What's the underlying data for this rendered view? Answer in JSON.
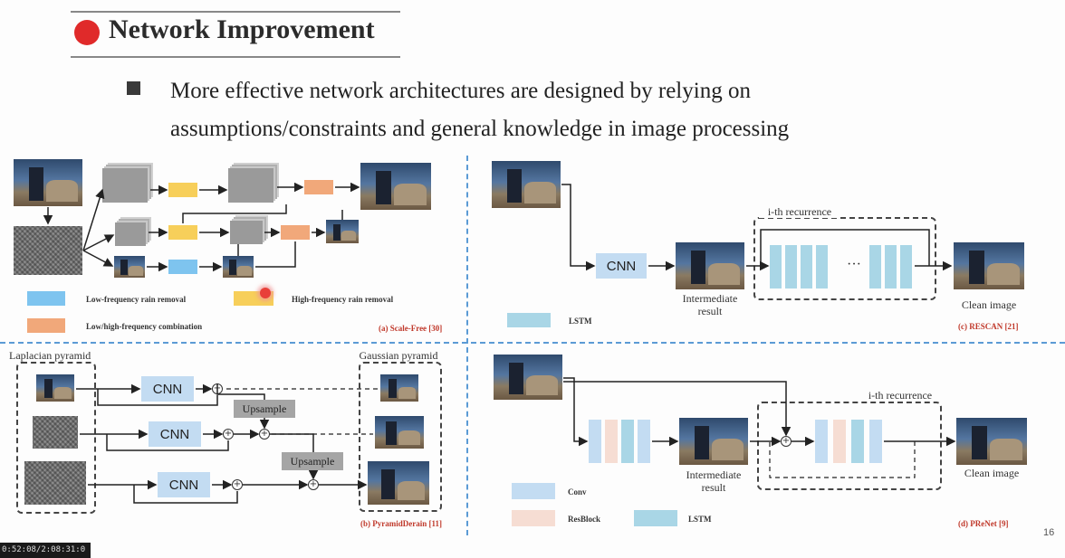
{
  "slide": {
    "title": "Network Improvement",
    "bullet": "More effective network architectures are designed by relying on assumptions/constraints and general knowledge in image processing",
    "page_number": "16",
    "bottom_bar_text": "0:52:08/2:08:31:0"
  },
  "panel_a": {
    "legend_low": "Low-frequency rain removal",
    "legend_high": "High-frequency rain removal",
    "legend_combo": "Low/high-frequency combination",
    "caption": "(a) Scale-Free [30]"
  },
  "panel_b": {
    "laplacian_label": "Laplacian pyramid",
    "gaussian_label": "Gaussian pyramid",
    "cnn_label": "CNN",
    "upsample_label": "Upsample",
    "caption": "(b) PyramidDerain [11]"
  },
  "panel_c": {
    "cnn_label": "CNN",
    "recurrence_label": "i-th recurrence",
    "intermediate_label": "Intermediate result",
    "clean_label": "Clean image",
    "ellipsis": "···",
    "legend_lstm": "LSTM",
    "caption": "(c) RESCAN [21]"
  },
  "panel_d": {
    "recurrence_label": "i-th recurrence",
    "intermediate_label": "Intermediate result",
    "clean_label": "Clean image",
    "legend_conv": "Conv",
    "legend_resblock": "ResBlock",
    "legend_lstm": "LSTM",
    "caption": "(d) PReNet [9]"
  },
  "colors": {
    "title_dot": "#e02a2a",
    "divider": "#5b9bd5",
    "low_freq": "#7ec4ef",
    "high_freq": "#f7cf5a",
    "combination": "#f1a87a",
    "conv": "#c3dcf2",
    "resblock": "#f6ddd3",
    "lstm": "#a9d6e6",
    "caption": "#c0392b"
  }
}
